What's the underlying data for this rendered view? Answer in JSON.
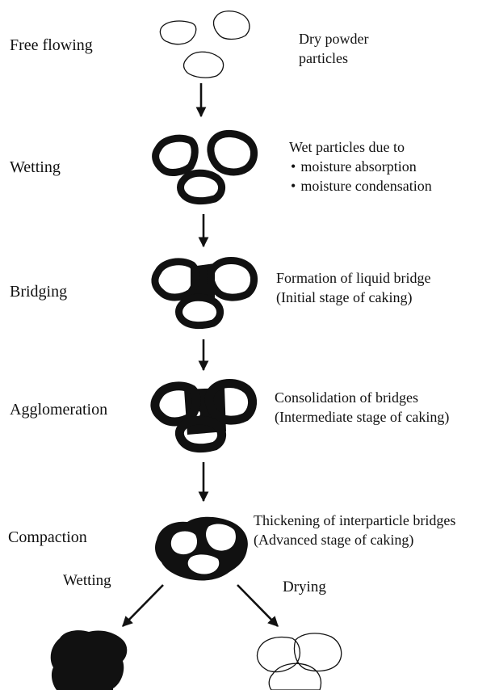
{
  "stages": [
    {
      "label": "Free flowing",
      "description": [
        "Dry powder",
        "particles"
      ]
    },
    {
      "label": "Wetting",
      "description": [
        "Wet particles due to"
      ],
      "bullets": [
        "moisture absorption",
        "moisture condensation"
      ]
    },
    {
      "label": "Bridging",
      "description": [
        "Formation of liquid bridge",
        "(Initial stage of caking)"
      ]
    },
    {
      "label": "Agglomeration",
      "description": [
        "Consolidation of bridges",
        "(Intermediate stage of caking)"
      ]
    },
    {
      "label": "Compaction",
      "description": [
        "Thickening of interparticle bridges",
        "(Advanced stage of caking)"
      ]
    }
  ],
  "branches": {
    "left": "Wetting",
    "right": "Drying"
  }
}
